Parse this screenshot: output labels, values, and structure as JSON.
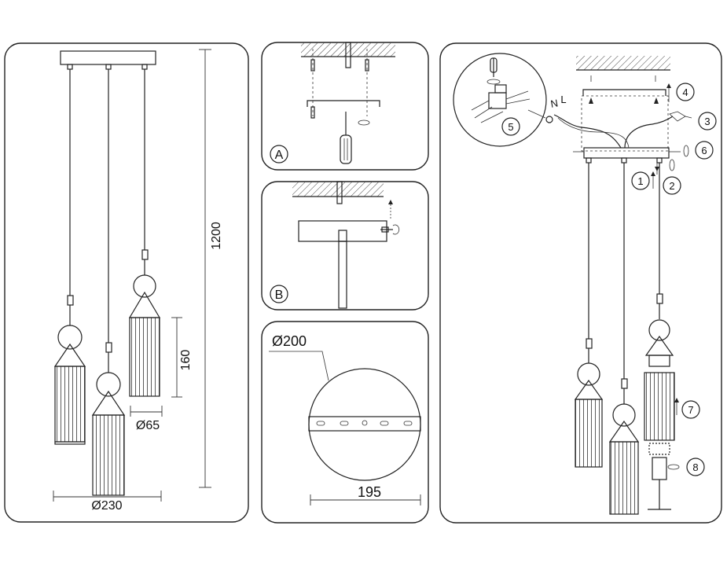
{
  "overview": {
    "height_dim": "1200",
    "shade_height_dim": "160",
    "shade_diameter_dim": "Ø65",
    "spread_diameter_dim": "Ø230"
  },
  "panel_a": {
    "step_label": "A"
  },
  "panel_b": {
    "step_label": "B"
  },
  "canopy_detail": {
    "diameter_dim": "Ø200",
    "plate_width_dim": "195"
  },
  "assembly": {
    "wire_labels": [
      "L",
      "N"
    ],
    "step_numbers": [
      "1",
      "2",
      "3",
      "4",
      "5",
      "6",
      "7",
      "8"
    ]
  }
}
